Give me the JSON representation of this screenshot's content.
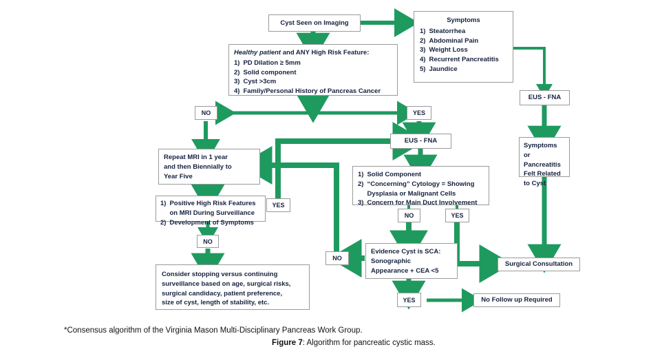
{
  "figure": {
    "accent_color": "#1f9a5f",
    "box_border_color": "#9a9a9a",
    "text_color": "#16213e",
    "footnote": "*Consensus algorithm of the Virginia Mason Multi-Disciplinary Pancreas Work Group.",
    "caption_label": "Figure 7",
    "caption_text": ": Algorithm for pancreatic cystic mass."
  },
  "nodes": {
    "cyst_seen": {
      "label": "Cyst Seen on Imaging"
    },
    "high_risk": {
      "heading_italic": "Healthy patient",
      "heading_rest": " and ANY High Risk Feature:",
      "items": [
        {
          "num": "1)",
          "text": "PD Dilation ≥ 5mm"
        },
        {
          "num": "2)",
          "text": "Solid component"
        },
        {
          "num": "3)",
          "text": "Cyst >3cm"
        },
        {
          "num": "4)",
          "text": "Family/Personal History of Pancreas Cancer"
        }
      ]
    },
    "symptoms": {
      "title": "Symptoms",
      "items": [
        {
          "num": "1)",
          "text": "Steatorrhea"
        },
        {
          "num": "2)",
          "text": "Abdominal Pain"
        },
        {
          "num": "3)",
          "text": "Weight Loss"
        },
        {
          "num": "4)",
          "text": "Recurrent Pancreatitis"
        },
        {
          "num": "5)",
          "text": "Jaundice"
        }
      ]
    },
    "eus_fna_right": {
      "label": "EUS - FNA"
    },
    "symptoms_related": {
      "label": "Symptoms or\nPancreatitis\nFelt Related\nto Cyst",
      "lines": [
        "Symptoms or",
        "Pancreatitis",
        "Felt Related",
        "to Cyst"
      ]
    },
    "eus_fna_center": {
      "label": "EUS - FNA"
    },
    "criteria": {
      "items": [
        {
          "num": "1)",
          "text": "Solid Component"
        },
        {
          "num": "2)",
          "text": "“Concerning” Cytology = Showing Dysplasia or Malignant Cells"
        },
        {
          "num": "3)",
          "text": "Concern for Main Duct Involvement"
        }
      ]
    },
    "repeat_mri": {
      "lines": [
        "Repeat MRI in 1 year",
        "and then Biennially to",
        "Year Five"
      ]
    },
    "surveillance": {
      "items": [
        {
          "num": "1)",
          "text": "Positive High Risk Features on MRI During Surveillance"
        },
        {
          "num": "2)",
          "text": "Development of Symptoms"
        }
      ]
    },
    "consider_stopping": {
      "lines": [
        "Consider stopping versus continuing",
        "surveillance based on age, surgical risks,",
        "surgical candidacy, patient preference,",
        "size of cyst, length of stability, etc."
      ]
    },
    "evidence_sca": {
      "lines": [
        "Evidence Cyst is SCA:",
        "Sonographic",
        "Appearance + CEA <5"
      ]
    },
    "surgical_consult": {
      "label": "Surgical Consultation"
    },
    "no_followup": {
      "label": "No Follow up Required"
    }
  },
  "decision_labels": {
    "no_top_left": "NO",
    "yes_top_right": "YES",
    "yes_mid_left": "YES",
    "no_surveillance": "NO",
    "no_criteria": "NO",
    "yes_criteria": "YES",
    "no_sca": "NO",
    "yes_sca": "YES"
  }
}
